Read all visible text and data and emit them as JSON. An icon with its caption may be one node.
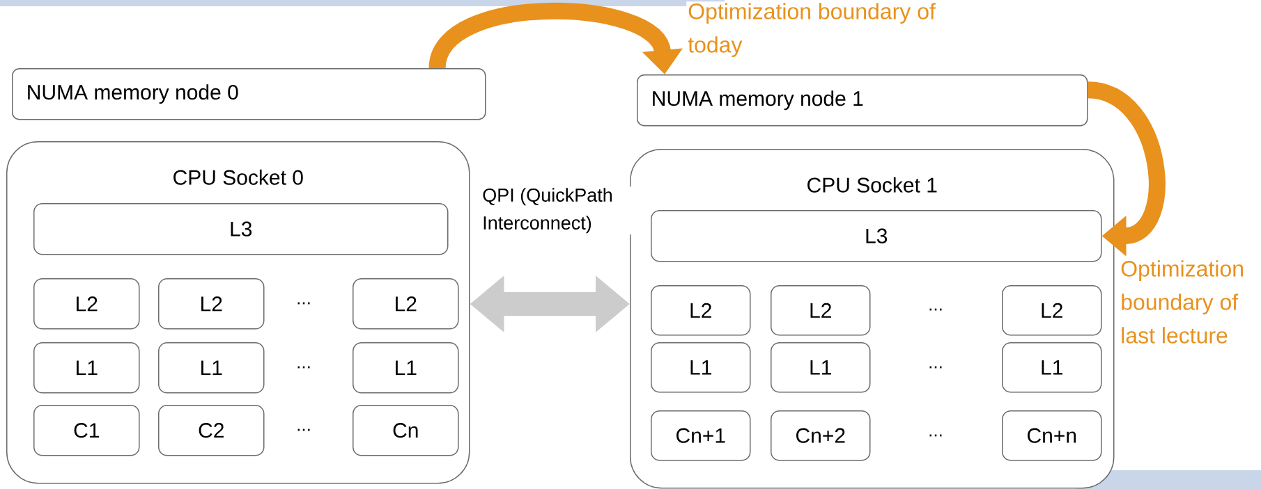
{
  "diagram": {
    "nodes": [
      {
        "text": [
          "NUMA memory node 0"
        ]
      },
      {
        "text": [
          "NUMA memory node 1"
        ]
      },
      {
        "text": [
          "CPU Socket 0"
        ]
      },
      {
        "text": [
          "L3"
        ],
        "in": 2
      },
      {
        "text": [
          "L2"
        ],
        "in": 2
      },
      {
        "text": [
          "L2"
        ],
        "in": 2
      },
      {
        "text": [
          "L2"
        ],
        "in": 2
      },
      {
        "text": [
          "L1"
        ],
        "in": 2
      },
      {
        "text": [
          "L1"
        ],
        "in": 2
      },
      {
        "text": [
          "L1"
        ],
        "in": 2
      },
      {
        "text": [
          "C1"
        ],
        "in": 2
      },
      {
        "text": [
          "C2"
        ],
        "in": 2
      },
      {
        "text": [
          "Cn"
        ],
        "in": 2
      },
      {
        "text": [
          "CPU Socket 1"
        ]
      },
      {
        "text": [
          "L3"
        ],
        "in": 13
      },
      {
        "text": [
          "L2"
        ],
        "in": 13
      },
      {
        "text": [
          "L2"
        ],
        "in": 13
      },
      {
        "text": [
          "L2"
        ],
        "in": 13
      },
      {
        "text": [
          "L1"
        ],
        "in": 13
      },
      {
        "text": [
          "L1"
        ],
        "in": 13
      },
      {
        "text": [
          "L1"
        ],
        "in": 13
      },
      {
        "text": [
          "Cn+1"
        ],
        "in": 13
      },
      {
        "text": [
          "Cn+2"
        ],
        "in": 13
      },
      {
        "text": [
          "Cn+n"
        ],
        "in": 13
      }
    ],
    "edges": [
      {
        "from": 0,
        "to": 1,
        "arrow": "to",
        "label": "Optimization boundary of today",
        "color": "#e8911c"
      },
      {
        "from": 1,
        "to": 14,
        "arrow": "to",
        "label": "Optimization boundary of last lecture",
        "color": "#e8911c"
      },
      {
        "from": 2,
        "to": 13,
        "arrow": "both",
        "label": "QPI (QuickPath Interconnect)",
        "color": "#cccccc"
      }
    ],
    "labels": [
      "...",
      "...",
      "...",
      "...",
      "...",
      "..."
    ]
  }
}
